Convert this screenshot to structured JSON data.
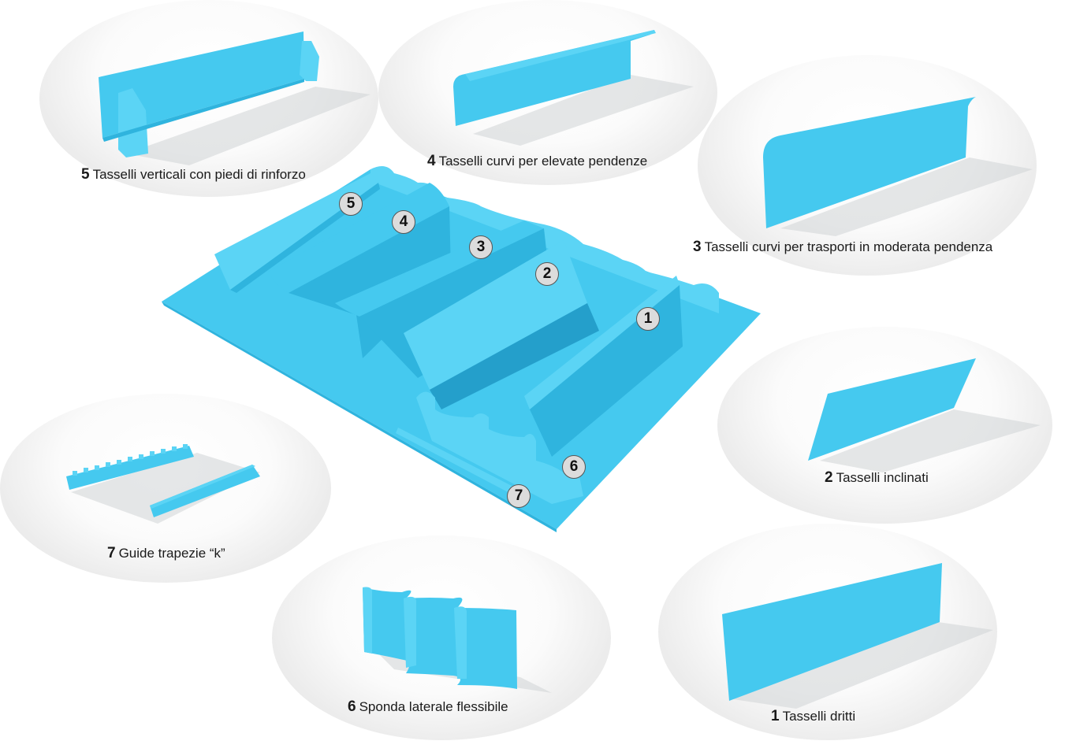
{
  "diagram": {
    "subject": "Conveyor belt with cleats and sidewalls",
    "accent_color": "#45c9ef",
    "callout_fill": "#dcdcdc",
    "components": [
      {
        "number": "1",
        "label": "Tasselli dritti"
      },
      {
        "number": "2",
        "label": "Tasselli inclinati"
      },
      {
        "number": "3",
        "label": "Tasselli curvi per trasporti in moderata pendenza"
      },
      {
        "number": "4",
        "label": "Tasselli curvi per elevate pendenze"
      },
      {
        "number": "5",
        "label": "Tasselli verticali con piedi di rinforzo"
      },
      {
        "number": "6",
        "label": "Sponda laterale flessibile"
      },
      {
        "number": "7",
        "label": "Guide trapezie “k”"
      }
    ]
  }
}
